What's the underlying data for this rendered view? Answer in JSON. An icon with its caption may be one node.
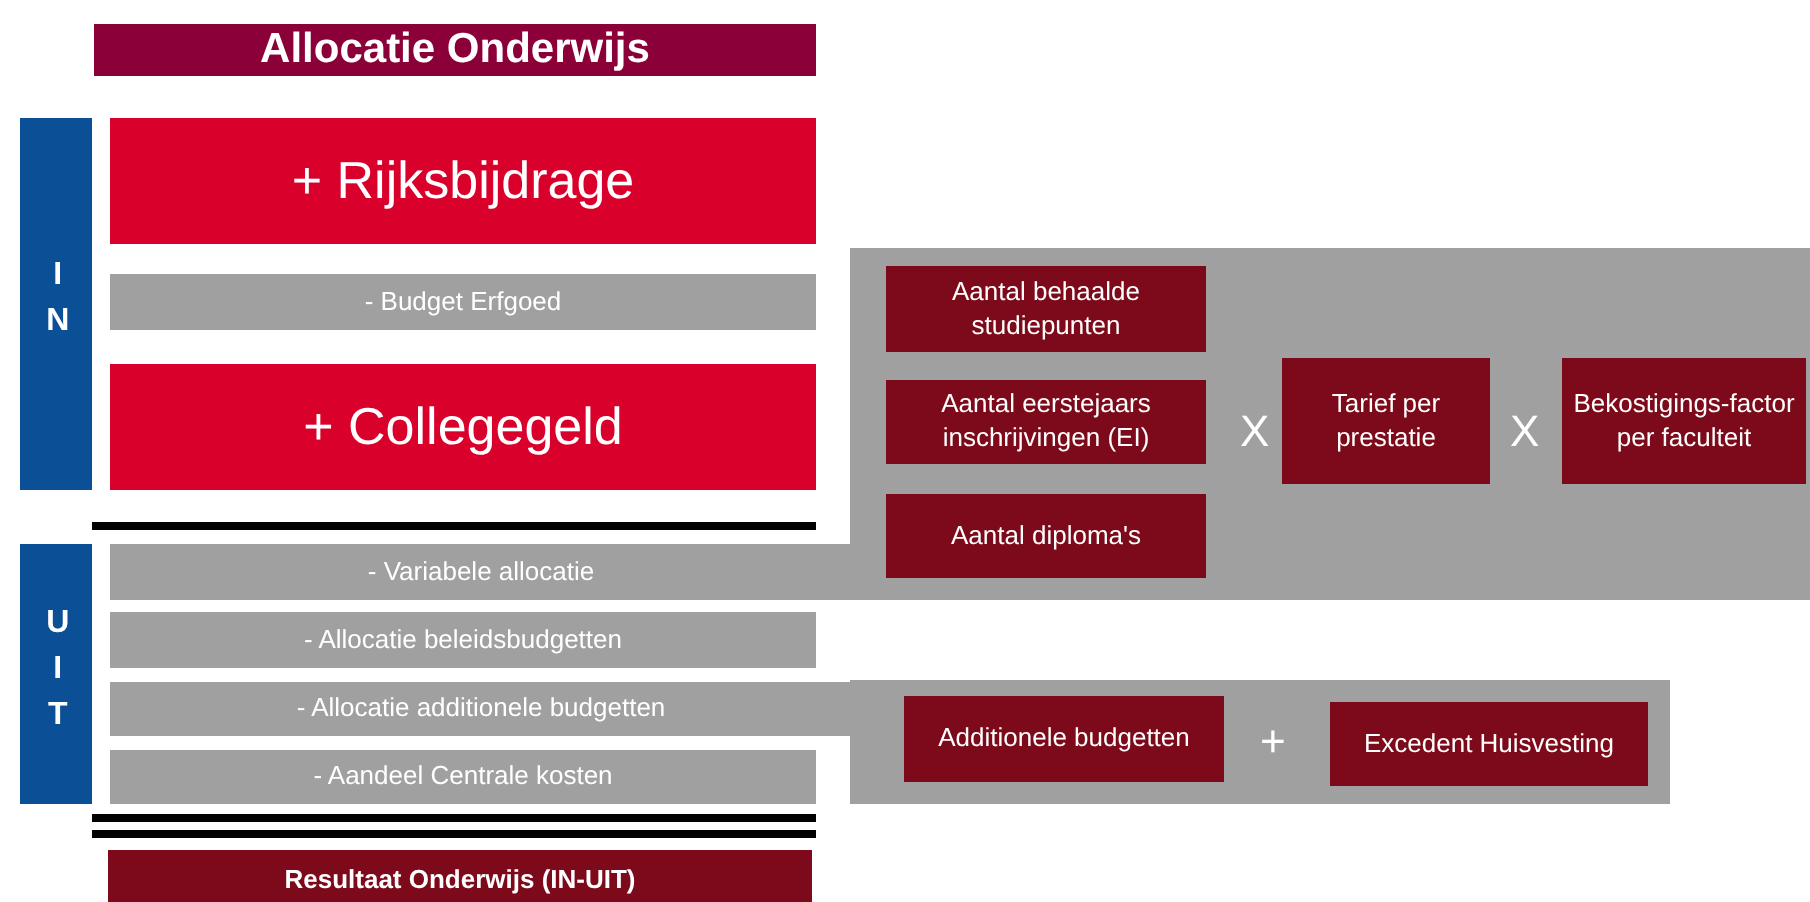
{
  "diagram": {
    "title": "Allocatie Onderwijs",
    "nodes": [
      {
        "text": [
          "IN"
        ]
      },
      {
        "text": [
          "+ Rijksbijdrage"
        ]
      },
      {
        "text": [
          "- Budget Erfgoed"
        ]
      },
      {
        "text": [
          "+ Collegegeld"
        ]
      },
      {
        "text": [
          "UIT"
        ]
      },
      {
        "text": [
          "- Variabele allocatie"
        ]
      },
      {
        "text": [],
        "shape": "box"
      },
      {
        "text": [
          "Aantal behaalde studiepunten"
        ],
        "in": 6
      },
      {
        "text": [
          "Aantal eerstejaars inschrijvingen (EI)"
        ],
        "in": 6
      },
      {
        "text": [
          "Aantal diploma's"
        ],
        "in": 6
      },
      {
        "text": [
          "Tarief per prestatie"
        ],
        "in": 6
      },
      {
        "text": [
          "Bekostigings-factor per faculteit"
        ],
        "in": 6
      },
      {
        "text": [
          "- Allocatie beleidsbudgetten"
        ]
      },
      {
        "text": [
          "- Allocatie additionele budgetten"
        ]
      },
      {
        "text": [],
        "shape": "box"
      },
      {
        "text": [
          "Additionele budgetten"
        ],
        "in": 14
      },
      {
        "text": [
          "Excedent Huisvesting"
        ],
        "in": 14
      },
      {
        "text": [
          "- Aandeel Centrale kosten"
        ]
      },
      {
        "text": [
          "Resultaat Onderwijs (IN-UIT)"
        ]
      }
    ],
    "edges": [],
    "labels": [
      "X",
      "X",
      "+"
    ]
  }
}
